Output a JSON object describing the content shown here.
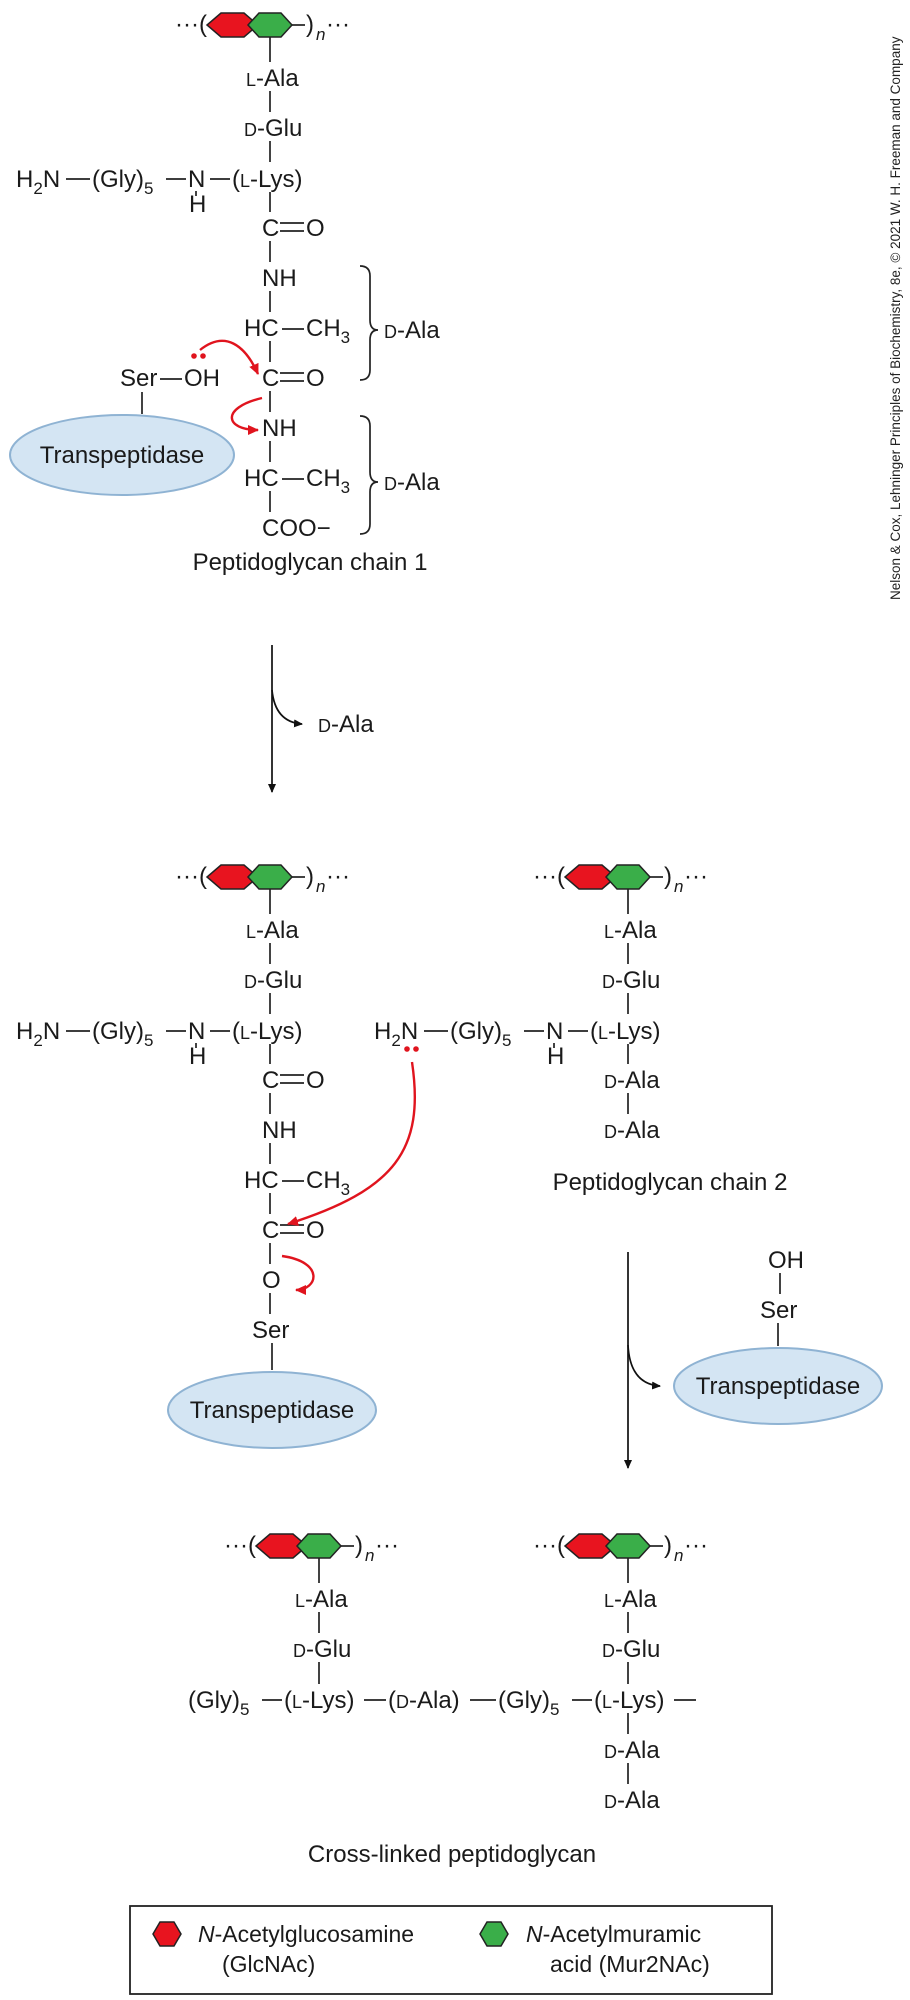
{
  "colors": {
    "glcnac": "#e8141f",
    "mur2nac": "#3aae49",
    "enzyme_fill": "#d4e5f3",
    "enzyme_stroke": "#8fb3d3",
    "red_arrow": "#e0141e"
  },
  "labels": {
    "dots_left": "···(",
    "dots_right": ")",
    "n": "n",
    "dots_end": "···",
    "l_ala": "L-Ala",
    "d_glu": "D-Glu",
    "l_lys": "(L-Lys)",
    "d_ala": "D-Ala",
    "h2n": "H2N",
    "gly5": "(Gly)5",
    "n_atom": "N",
    "h_atom": "H",
    "c_atom": "C",
    "o_atom": "O",
    "nh": "NH",
    "hc": "HC",
    "ch3": "CH3",
    "coo": "COO−",
    "ser": "Ser",
    "oh": "OH",
    "transpeptidase": "Transpeptidase",
    "d_ala_paren": "(D-Ala)"
  },
  "captions": {
    "chain1": "Peptidoglycan chain 1",
    "chain2": "Peptidoglycan chain 2",
    "released": "D-Ala",
    "crosslinked": "Cross-linked peptidoglycan"
  },
  "legend": {
    "glcnac_name": "N-Acetylglucosamine",
    "glcnac_abbr": "(GlcNAc)",
    "mur2nac_name": "N-Acetylmuramic",
    "mur2nac_abbr": "acid (Mur2NAc)"
  },
  "credit": "Nelson & Cox, Lehninger Principles of Biochemistry, 8e, © 2021 W. H. Freeman and Company"
}
